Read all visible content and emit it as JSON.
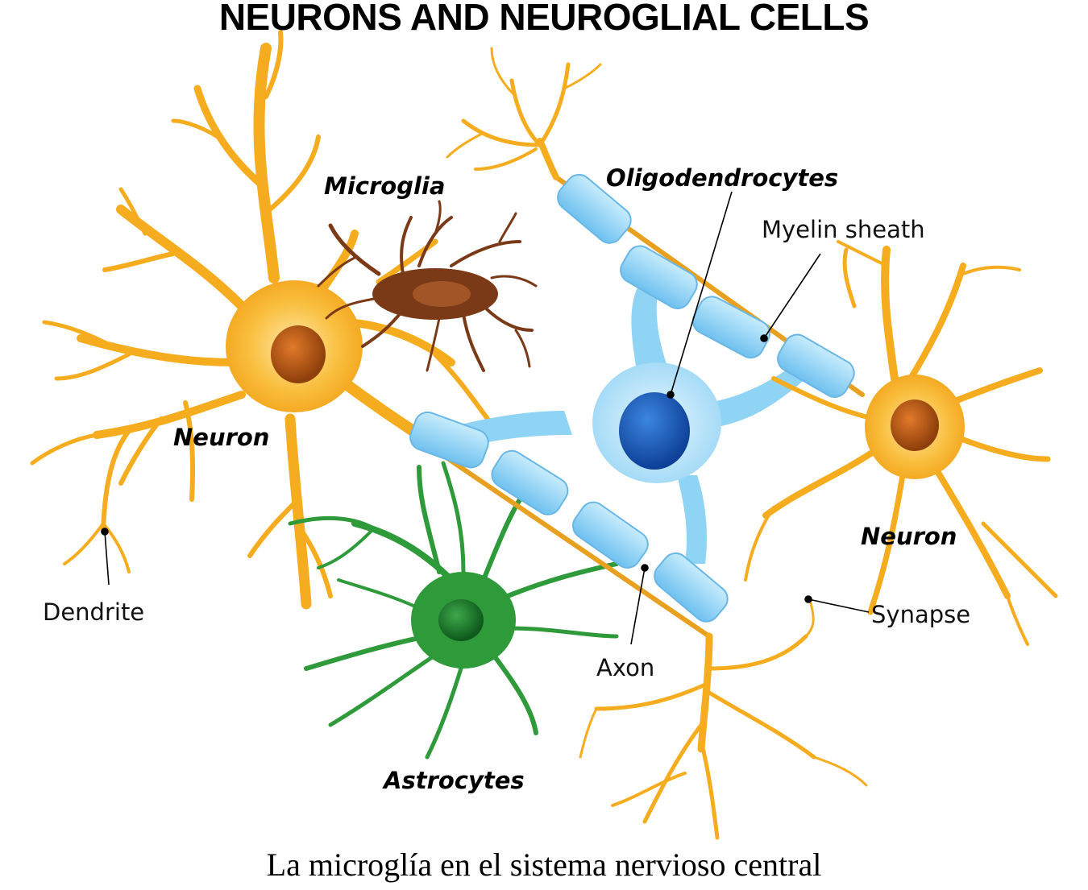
{
  "title": "NEURONS AND NEUROGLIAL CELLS",
  "caption": "La microglía en el sistema nervioso central",
  "labels": {
    "microglia": "Microglia",
    "oligodendrocytes": "Oligodendrocytes",
    "myelin_sheath": "Myelin sheath",
    "neuron_left": "Neuron",
    "neuron_right": "Neuron",
    "dendrite": "Dendrite",
    "synapse": "Synapse",
    "axon": "Axon",
    "astrocytes": "Astrocytes"
  },
  "colors": {
    "neuron": "#f6ac1f",
    "neuron_nucleus": "#b2540e",
    "microglia": "#7b3a17",
    "astrocyte": "#2f9a3a",
    "oligodendrocyte": "#8fd3f5",
    "myelin": "#a9ddf6",
    "oligo_nucleus": "#1958b8"
  }
}
